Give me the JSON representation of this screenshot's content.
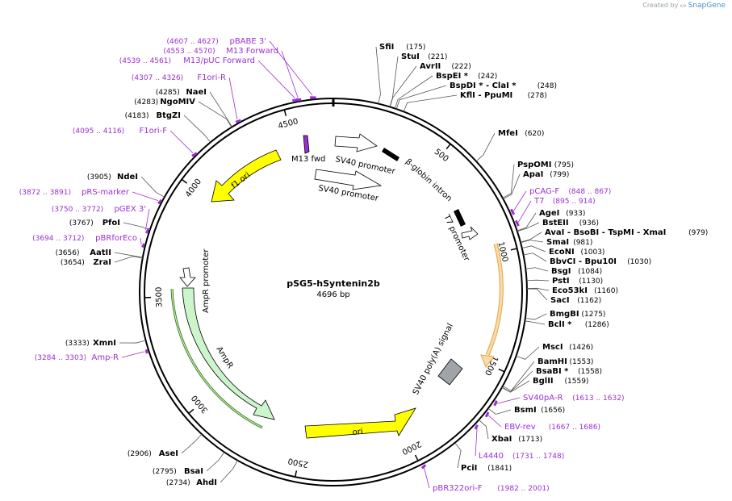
{
  "header": {
    "created_by": "Created by",
    "brand": "SnapGene"
  },
  "plasmid": {
    "name": "pSG5-hSyntenin2b",
    "length_label": "4696 bp",
    "length": 4696
  },
  "ticks": [
    "500",
    "1000",
    "1500",
    "2000",
    "2500",
    "3000",
    "3500",
    "4000",
    "4500"
  ],
  "right_sites": [
    {
      "name": "SfiI",
      "pos": "(175)"
    },
    {
      "name": "StuI",
      "pos": "(221)"
    },
    {
      "name": "AvrII",
      "pos": "(222)"
    },
    {
      "name": "BspEI *",
      "pos": "(242)"
    },
    {
      "name": "BspDI * - ClaI *",
      "pos": "(248)"
    },
    {
      "name": "KflI - PpuMI",
      "pos": "(278)"
    },
    {
      "name": "MfeI",
      "pos": "(620)"
    },
    {
      "name": "PspOMI",
      "pos": "(795)"
    },
    {
      "name": "ApaI",
      "pos": "(799)"
    },
    {
      "name": "AgeI",
      "pos": "(933)"
    },
    {
      "name": "BstEII",
      "pos": "(936)"
    },
    {
      "name": "AvaI - BsoBI - TspMI - XmaI",
      "pos": "(979)"
    },
    {
      "name": "SmaI",
      "pos": "(981)"
    },
    {
      "name": "EcoNI",
      "pos": "(1003)"
    },
    {
      "name": "BbvCI - Bpu10I",
      "pos": "(1030)"
    },
    {
      "name": "BsgI",
      "pos": "(1084)"
    },
    {
      "name": "PstI",
      "pos": "(1130)"
    },
    {
      "name": "Eco53kI",
      "pos": "(1160)"
    },
    {
      "name": "SacI",
      "pos": "(1162)"
    },
    {
      "name": "BmgBI",
      "pos": "(1275)"
    },
    {
      "name": "BclI *",
      "pos": "(1286)"
    },
    {
      "name": "MscI",
      "pos": "(1426)"
    },
    {
      "name": "BamHI",
      "pos": "(1553)"
    },
    {
      "name": "BsaBI *",
      "pos": "(1558)"
    },
    {
      "name": "BglII",
      "pos": "(1559)"
    },
    {
      "name": "BsmI",
      "pos": "(1656)"
    },
    {
      "name": "XbaI",
      "pos": "(1713)"
    },
    {
      "name": "PciI",
      "pos": "(1841)"
    }
  ],
  "left_sites": [
    {
      "name": "NaeI",
      "pos": "(4285)"
    },
    {
      "name": "NgoMIV",
      "pos": "(4283)"
    },
    {
      "name": "BtgZI",
      "pos": "(4183)"
    },
    {
      "name": "NdeI",
      "pos": "(3905)"
    },
    {
      "name": "PfoI",
      "pos": "(3767)"
    },
    {
      "name": "AatII",
      "pos": "(3656)"
    },
    {
      "name": "ZraI",
      "pos": "(3654)"
    },
    {
      "name": "XmnI",
      "pos": "(3333)"
    },
    {
      "name": "AseI",
      "pos": "(2906)"
    },
    {
      "name": "BsaI",
      "pos": "(2795)"
    },
    {
      "name": "AhdI",
      "pos": "(2734)"
    }
  ],
  "primers": [
    {
      "name": "pBABE 3'",
      "pos": "(4607 .. 4627)"
    },
    {
      "name": "M13 Forward",
      "pos": "(4553 .. 4570)"
    },
    {
      "name": "M13/pUC Forward",
      "pos": "(4539 .. 4561)"
    },
    {
      "name": "F1ori-R",
      "pos": "(4307 .. 4326)"
    },
    {
      "name": "F1ori-F",
      "pos": "(4095 .. 4116)"
    },
    {
      "name": "pRS-marker",
      "pos": "(3872 .. 3891)"
    },
    {
      "name": "pGEX 3'",
      "pos": "(3750 .. 3772)"
    },
    {
      "name": "pBRforEco",
      "pos": "(3694 .. 3712)"
    },
    {
      "name": "Amp-R",
      "pos": "(3284 .. 3303)"
    },
    {
      "name": "pCAG-F",
      "pos": "(848 .. 867)"
    },
    {
      "name": "T7",
      "pos": "(895 .. 914)"
    },
    {
      "name": "SV40pA-R",
      "pos": "(1613 .. 1632)"
    },
    {
      "name": "EBV-rev",
      "pos": "(1667 .. 1686)"
    },
    {
      "name": "L4440",
      "pos": "(1731 .. 1748)"
    },
    {
      "name": "pBR322ori-F",
      "pos": "(1982 .. 2001)"
    }
  ],
  "features": {
    "f1_ori": "f1 ori",
    "m13_fwd": "M13 fwd",
    "sv40_promoter_outer": "SV40 promoter",
    "sv40_promoter_inner": "SV40 promoter",
    "beta_globin_intron": "β-globin intron",
    "t7_promoter": "T7 promoter",
    "sv40_polya": "SV40 poly(A) signal",
    "ori": "ori",
    "ampr": "AmpR",
    "ampr_promoter": "AmpR promoter"
  },
  "colors": {
    "primer": "#9b30d0",
    "f1_ori": "#ffff00",
    "ori": "#ffff00",
    "ampr": "#ccf5cc",
    "cds_outline": "#e8a33a",
    "polya": "#a0a4a8"
  }
}
